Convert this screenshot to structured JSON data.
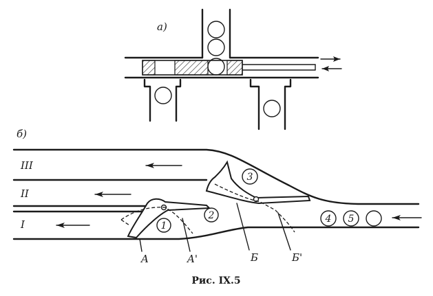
{
  "part_a": {
    "label": "a)"
  },
  "part_b": {
    "label": "б)",
    "tracks": [
      "III",
      "II",
      "I"
    ],
    "items": [
      "1",
      "2",
      "3",
      "4",
      "5"
    ],
    "switch_labels": [
      "A",
      "A'",
      "Б",
      "Б'"
    ]
  },
  "caption": "Рис. IX.5"
}
